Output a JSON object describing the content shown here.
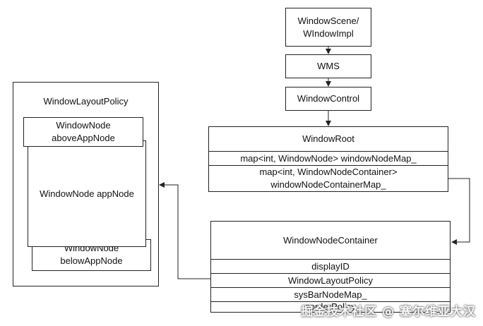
{
  "nodes": {
    "window_scene": {
      "line1": "WindowScene/",
      "line2": "WIndowImpl"
    },
    "wms": {
      "label": "WMS"
    },
    "window_control": {
      "label": "WindowControl"
    },
    "window_root": {
      "title": "WindowRoot",
      "field1": "map<int, WindowNode> windowNodeMap_",
      "field2_line1": "map<int, WindowNodeContainer>",
      "field2_line2": "windowNodeContainerMap_"
    },
    "window_node_container": {
      "title": "WindowNodeContainer",
      "fields": [
        "displayID",
        "WindowLayoutPolicy",
        "sysBarNodeMap_",
        "zorderPolicy"
      ]
    },
    "window_layout_policy": {
      "title": "WindowLayoutPolicy",
      "above_line1": "WindowNode",
      "above_line2": "aboveAppNode",
      "app_node": "WindowNode appNode",
      "below_line1": "WindowNode",
      "below_line2": "belowAppNode"
    }
  },
  "colors": {
    "line": "#222222",
    "background": "#ffffff"
  },
  "watermark": "掘金技术社区 @ 塞尔维亚大汉"
}
